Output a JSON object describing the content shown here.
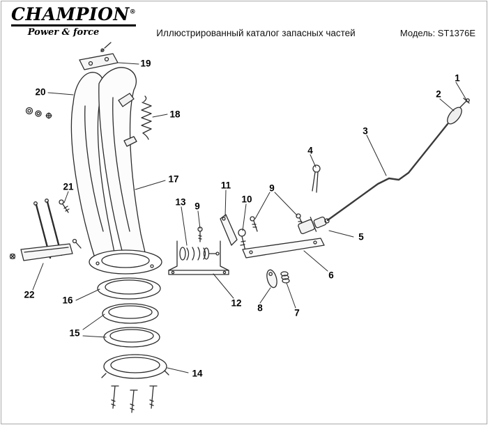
{
  "header": {
    "brand": "CHAMPION",
    "registered_mark": "®",
    "tagline": "Power & force",
    "title": "Иллюстрированный каталог запасных частей",
    "model": "Модель: ST1376E"
  },
  "diagram": {
    "description": "Exploded view of snow thrower chute and crank assembly",
    "callouts": [
      {
        "label": "19"
      },
      {
        "label": "20"
      },
      {
        "label": "18"
      },
      {
        "label": "1"
      },
      {
        "label": "2"
      },
      {
        "label": "3"
      },
      {
        "label": "4"
      },
      {
        "label": "17"
      },
      {
        "label": "21"
      },
      {
        "label": "11"
      },
      {
        "label": "13"
      },
      {
        "label": "9"
      },
      {
        "label": "10"
      },
      {
        "label": "9"
      },
      {
        "label": "5"
      },
      {
        "label": "6"
      },
      {
        "label": "12"
      },
      {
        "label": "8"
      },
      {
        "label": "7"
      },
      {
        "label": "22"
      },
      {
        "label": "16"
      },
      {
        "label": "15"
      },
      {
        "label": "14"
      }
    ]
  }
}
